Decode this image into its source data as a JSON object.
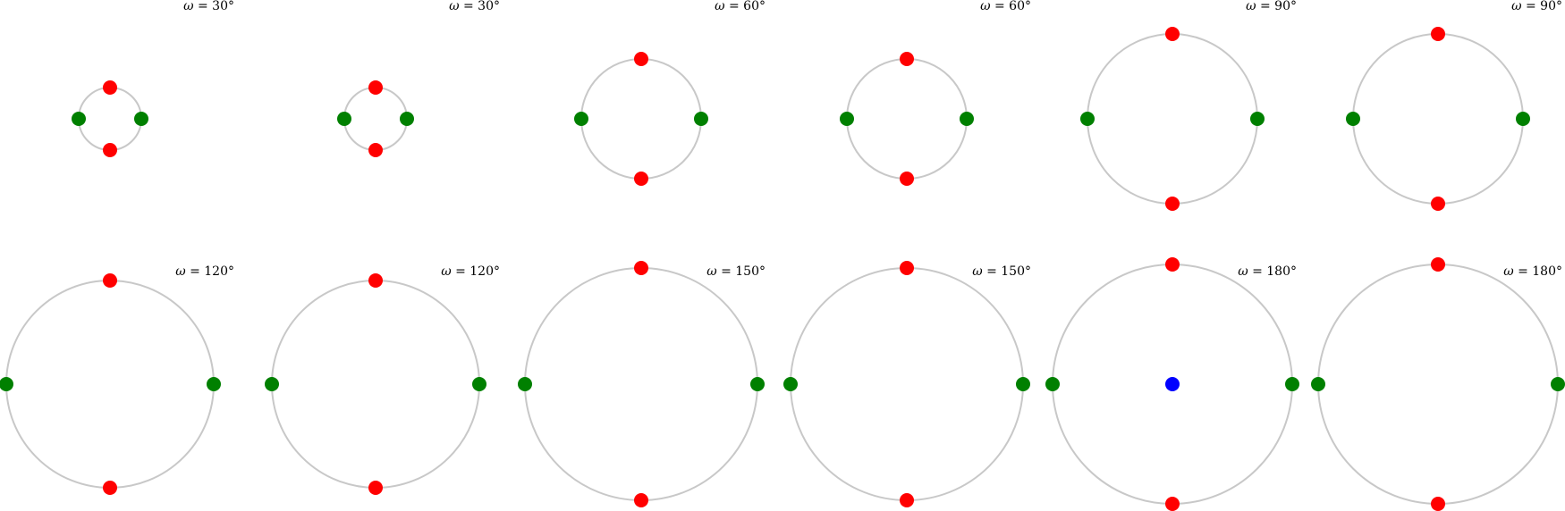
{
  "figure": {
    "colors": {
      "circle": "#c8c8c8",
      "top_bottom_point": "#ff0000",
      "left_right_point": "#008000",
      "center_point": "#0000ff"
    },
    "label_symbol": "ω =",
    "panels": [
      {
        "angle": "30°",
        "has_center": false
      },
      {
        "angle": "30°",
        "has_center": false
      },
      {
        "angle": "60°",
        "has_center": false
      },
      {
        "angle": "60°",
        "has_center": false
      },
      {
        "angle": "90°",
        "has_center": false
      },
      {
        "angle": "90°",
        "has_center": false
      },
      {
        "angle": "120°",
        "has_center": false
      },
      {
        "angle": "120°",
        "has_center": false
      },
      {
        "angle": "150°",
        "has_center": false
      },
      {
        "angle": "150°",
        "has_center": false
      },
      {
        "angle": "180°",
        "has_center": true
      },
      {
        "angle": "180°",
        "has_center": false
      }
    ]
  }
}
